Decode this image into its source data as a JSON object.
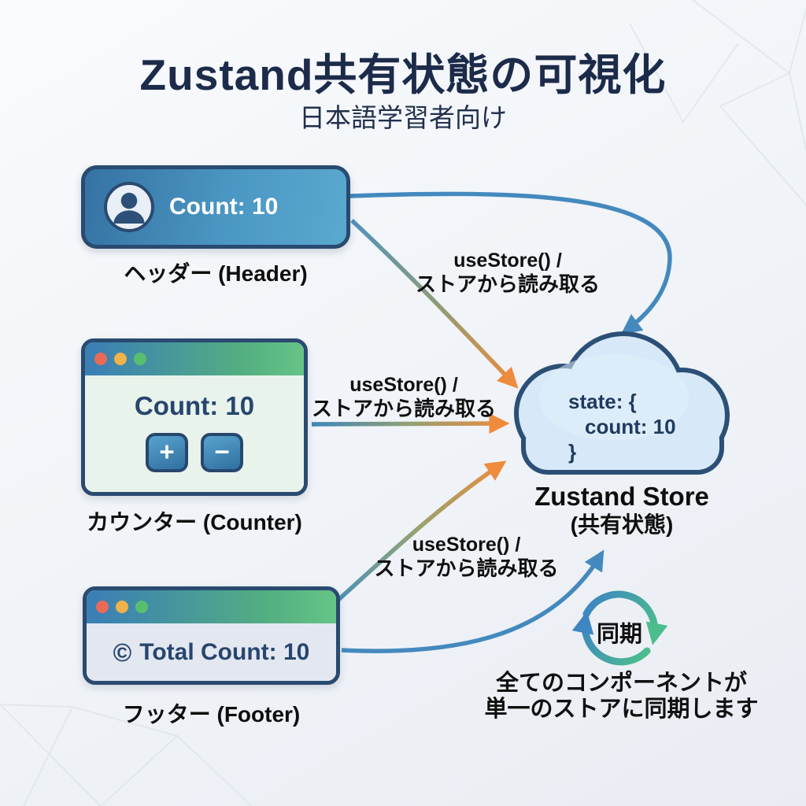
{
  "page": {
    "title": "Zustand共有状態の可視化",
    "subtitle": "日本語学習者向け"
  },
  "header_component": {
    "count": "Count: 10",
    "caption": "ヘッダー (Header)"
  },
  "counter_component": {
    "count": "Count: 10",
    "caption": "カウンター (Counter)",
    "increment_label": "+",
    "decrement_label": "−"
  },
  "footer_component": {
    "copyright": "©",
    "count": "Total Count: 10",
    "caption": "フッター (Footer)"
  },
  "store": {
    "state_line1": "state: {",
    "state_line2": "count: 10",
    "state_line3": "}",
    "name": "Zustand Store",
    "subtitle": "(共有状態)"
  },
  "arrow_label": {
    "line1": "useStore() /",
    "line2": "ストアから読み取る"
  },
  "sync": {
    "label": "同期",
    "caption_line1": "全てのコンポーネントが",
    "caption_line2": "単一のストアに同期します"
  },
  "colors": {
    "navy_border": "#2a4a70",
    "title_text": "#1c2b4a",
    "arrow_blue": "#4489be",
    "arrow_orange": "#ef8b3c",
    "sync_green": "#4cbd8e",
    "header_gradient_start": "#3572a3",
    "header_gradient_end": "#5aa9cf",
    "titlebar_gradient_start": "#3b80b5",
    "titlebar_gradient_end": "#66c487",
    "cloud_fill": "#d7e8f8"
  }
}
